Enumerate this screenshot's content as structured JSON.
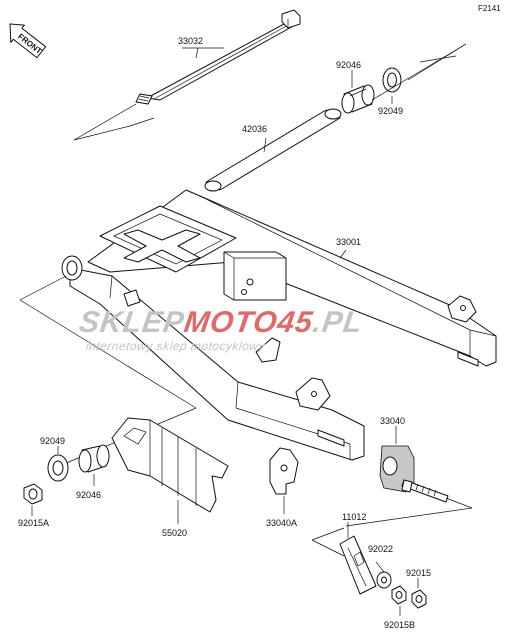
{
  "figure_code": "F2141",
  "front_label": "FRONT",
  "watermark": {
    "part1": "SKLEP",
    "part2": "MOTO",
    "part3": "45",
    "part4": ".PL",
    "tagline": "internetowy sklep motocyklowy",
    "color_gray": "#c4c4c4",
    "color_red": "#e06a6a"
  },
  "parts": [
    {
      "id": "33032",
      "label": "33032"
    },
    {
      "id": "92046-top",
      "label": "92046"
    },
    {
      "id": "92049-top",
      "label": "92049"
    },
    {
      "id": "42036",
      "label": "42036"
    },
    {
      "id": "33001",
      "label": "33001"
    },
    {
      "id": "33040",
      "label": "33040"
    },
    {
      "id": "92049-left",
      "label": "92049"
    },
    {
      "id": "92046-left",
      "label": "92046"
    },
    {
      "id": "92015A",
      "label": "92015A"
    },
    {
      "id": "55020",
      "label": "55020"
    },
    {
      "id": "33040A",
      "label": "33040A"
    },
    {
      "id": "11012",
      "label": "11012"
    },
    {
      "id": "92022",
      "label": "92022"
    },
    {
      "id": "92015",
      "label": "92015"
    },
    {
      "id": "92015B",
      "label": "92015B"
    }
  ]
}
